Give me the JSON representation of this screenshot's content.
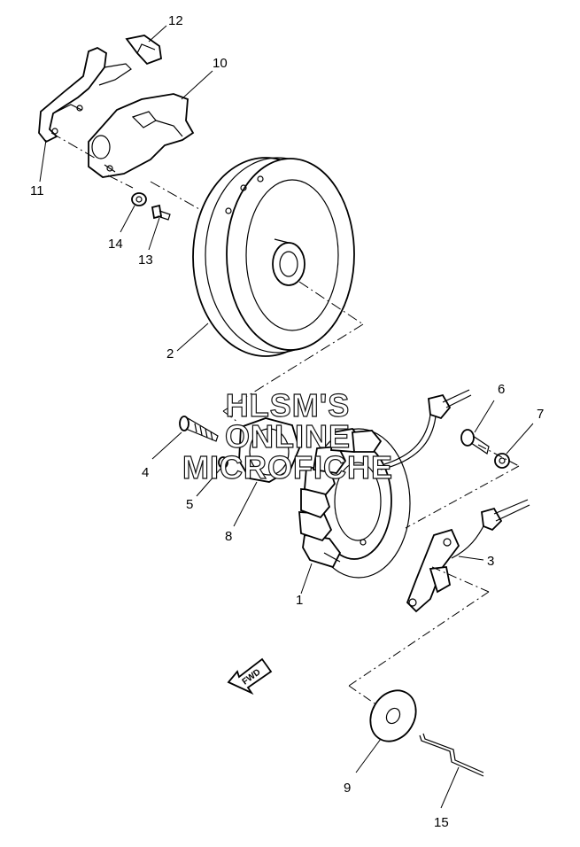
{
  "watermark": {
    "line1": "HLSM'S",
    "line2": "ONLINE",
    "line3": "MICROFICHE"
  },
  "fwd_label": "FWD",
  "callouts": {
    "c1": "1",
    "c2": "2",
    "c3": "3",
    "c4": "4",
    "c5": "5",
    "c6": "6",
    "c7": "7",
    "c8": "8",
    "c9": "9",
    "c10": "10",
    "c11": "11",
    "c12": "12",
    "c13": "13",
    "c14": "14",
    "c15": "15"
  }
}
